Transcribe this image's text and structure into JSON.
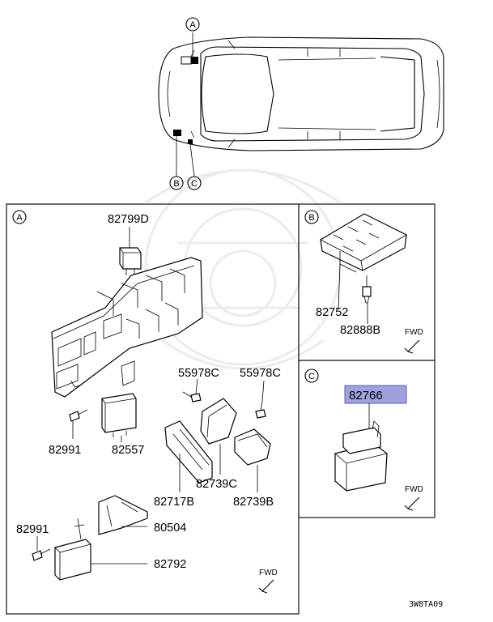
{
  "diagram": {
    "views": {
      "A": {
        "marker": "A"
      },
      "B": {
        "marker": "B"
      },
      "C": {
        "marker": "C"
      }
    },
    "parts": {
      "p82799D": "82799D",
      "p82991_top": "82991",
      "p82557": "82557",
      "p55978C_left": "55978C",
      "p55978C_right": "55978C",
      "p82739C": "82739C",
      "p82717B": "82717B",
      "p82739B": "82739B",
      "p82991_bottom": "82991",
      "p80504": "80504",
      "p82792": "82792",
      "p82752": "82752",
      "p82888B": "82888B",
      "p82766": "82766"
    },
    "highlight_color": "#9fa0de",
    "fwd_label": "FWD",
    "drawing_code": "3W8TA09"
  }
}
